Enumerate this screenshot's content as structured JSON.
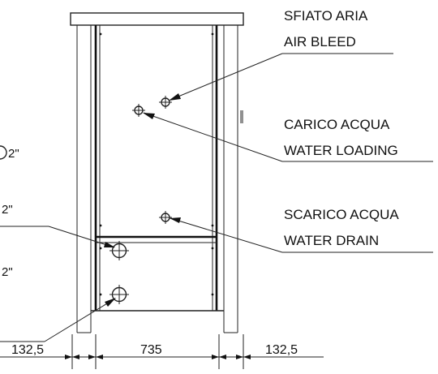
{
  "labels": {
    "air_bleed_it": "SFIATO ARIA",
    "air_bleed_en": "AIR BLEED",
    "water_loading_it": "CARICO ACQUA",
    "water_loading_en": "WATER LOADING",
    "water_drain_it": "SCARICO ACQUA",
    "water_drain_en": "WATER DRAIN"
  },
  "left_fragments": {
    "size_top": "2\"",
    "size_mid": "2\"",
    "size_low": "2\""
  },
  "dimensions": {
    "left": "132,5",
    "center": "735",
    "right": "132,5"
  }
}
